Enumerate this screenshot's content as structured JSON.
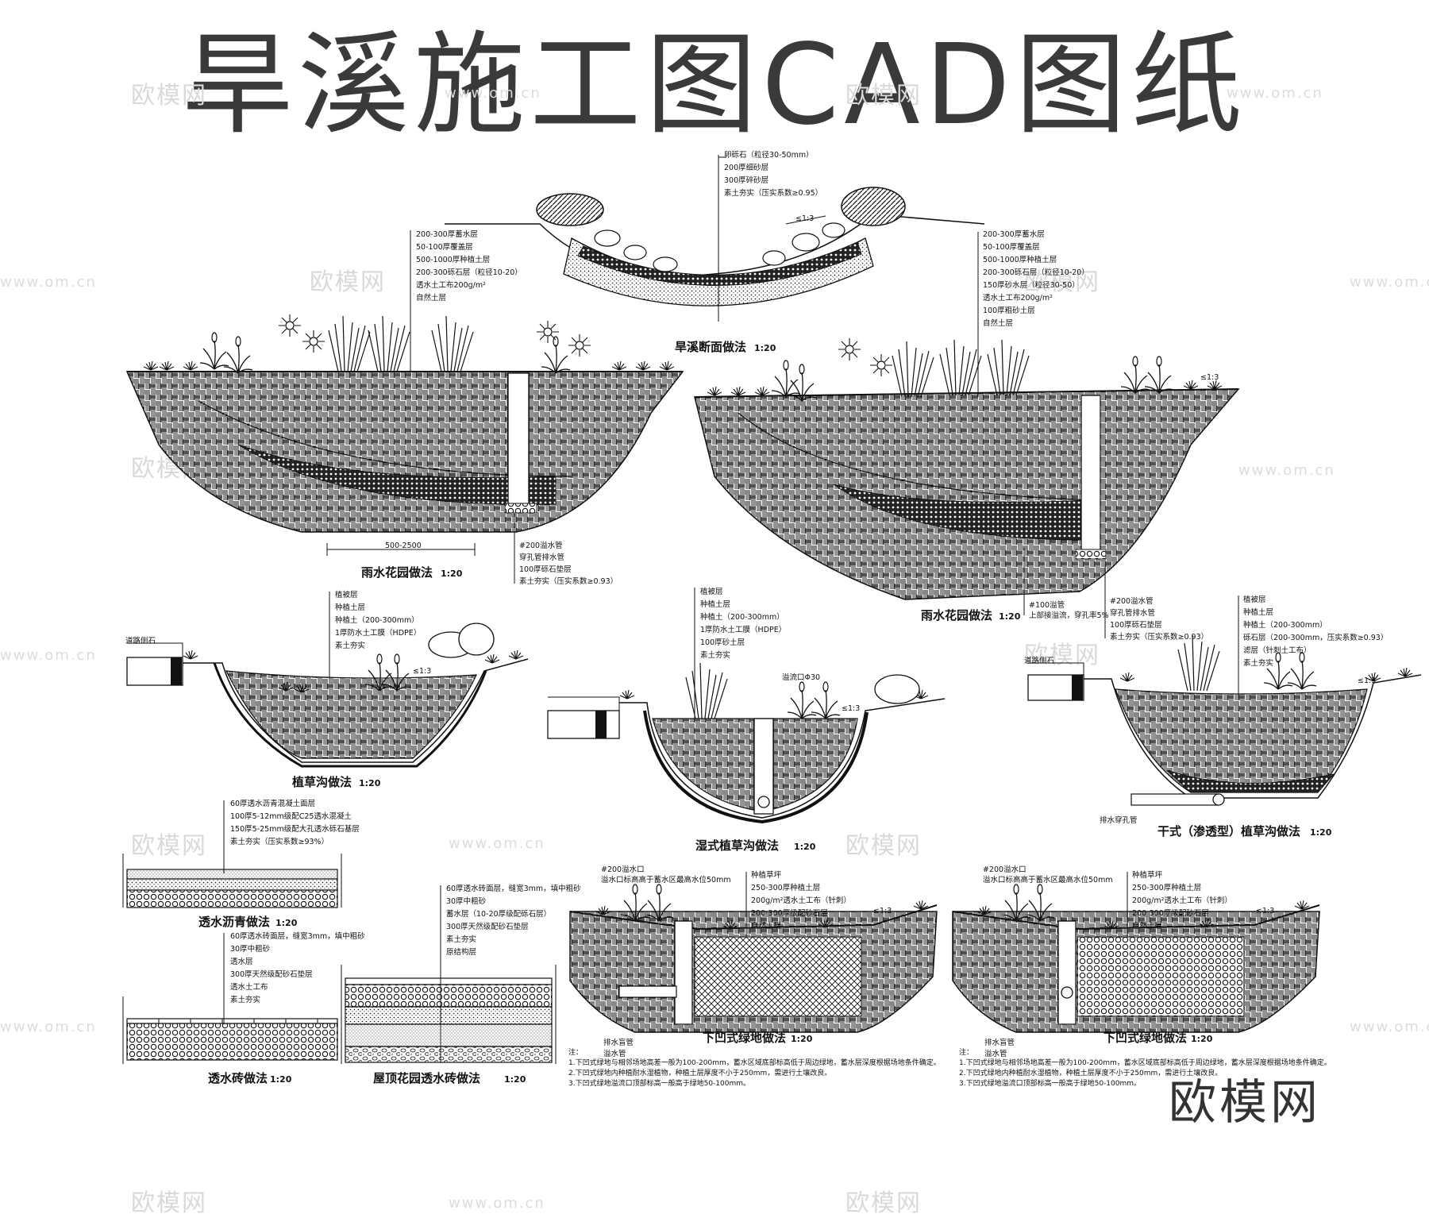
{
  "title": "旱溪施工图CAD图纸",
  "brand": "欧模网",
  "watermarks": {
    "logo": "欧模网",
    "url": "www.om.cn"
  },
  "captions": {
    "dry_creek": "旱溪断面做法",
    "rain_garden_1": "雨水花园做法",
    "rain_garden_2": "雨水花园做法",
    "grass_swale": "植草沟做法",
    "wet_swale": "湿式植草沟做法",
    "dry_swale": "干式（渗透型）植草沟做法",
    "asphalt": "透水沥青做法",
    "brick": "透水砖做法",
    "roof_brick": "屋顶花园透水砖做法",
    "sunken_1": "下凹式绿地做法",
    "sunken_2": "下凹式绿地做法"
  },
  "scale": "1:20",
  "dimension": "500-2500",
  "slope": "≤1:3",
  "annotations": {
    "dry_creek": [
      "卵砾石（粒径30-50mm）",
      "200厚细砂层",
      "300厚碎砂层",
      "素土夯实（压实系数≥0.95）"
    ],
    "rain_garden_1_top": [
      "200-300厚蓄水层",
      "50-100厚覆盖层",
      "500-1000厚种植土层",
      "200-300砾石层（粒径10-20）",
      "透水土工布200g/m²",
      "自然土层"
    ],
    "rain_garden_1_bottom": [
      "#200溢水管",
      "穿孔管排水管",
      "100厚砾石垫层",
      "素土夯实（压实系数≥0.93）"
    ],
    "rain_garden_2_top": [
      "200-300厚蓄水层",
      "50-100厚覆盖层",
      "500-1000厚种植土层",
      "200-300砾石层（粒径10-20）",
      "150厚砂水层（粒径30-50）",
      "透水土工布200g/m²",
      "100厚粗砂土层",
      "自然土层"
    ],
    "rain_garden_2_bottom": [
      "#200溢水管",
      "穿孔管排水管",
      "100厚砾石垫层",
      "素土夯实（压实系数≥0.93）"
    ],
    "rain_garden_2_pipe": [
      "#100溢管",
      "上部接溢流，穿孔率5%"
    ],
    "grass_swale": [
      "植被层",
      "种植土层",
      "种植土（200-300mm）",
      "1厚防水土工膜（HDPE）",
      "素土夯实"
    ],
    "grass_swale_side": "道路侧石",
    "wet_swale": [
      "植被层",
      "种植土层",
      "种植土（200-300mm）",
      "1厚防水土工膜（HDPE）",
      "100厚砂土层",
      "素土夯实"
    ],
    "wet_swale_side": "溢流口Φ30",
    "dry_swale": [
      "植被层",
      "种植土层",
      "种植土（200-300mm）",
      "砾石层（200-300mm，压实系数≥0.93）",
      "滤层（针刺土工布）",
      "素土夯实"
    ],
    "dry_swale_pipe": "排水穿孔管",
    "asphalt": [
      "60厚透水沥青混凝土面层",
      "100厚5-12mm级配C25透水混凝土",
      "150厚5-25mm级配大孔透水砾石基层",
      "素土夯实（压实系数≥93%）"
    ],
    "brick": [
      "60厚透水砖面层，缝宽3mm，填中粗砂",
      "30厚中粗砂",
      "透水层",
      "300厚天然级配砂石垫层",
      "透水土工布",
      "素土夯实"
    ],
    "roof_brick": [
      "60厚透水砖面层，缝宽3mm，填中粗砂",
      "30厚中粗砂",
      "蓄水层（10-20厚级配砾石层）",
      "300厚天然级配砂石垫层",
      "素土夯实",
      "原结构层"
    ],
    "sunken_top": [
      "#200溢水口",
      "溢水口标高高于蓄水区最高水位50mm"
    ],
    "sunken": [
      "种植草坪",
      "250-300厚种植土层",
      "200g/m²透水土工布（针刺）",
      "200-300厚级配砂石层",
      "自然土层"
    ],
    "sunken_pipe": [
      "排水盲管",
      "溢水管"
    ]
  },
  "notes": [
    "注：",
    "1.下凹式绿地与相邻场地高差一般为100-200mm，蓄水区域底部标高低于周边绿地，蓄水层深度根据场地条件确定。",
    "2.下凹式绿地内种植耐水湿植物，种植土层厚度不小于250mm，需进行土壤改良。",
    "3.下凹式绿地溢流口顶部标高一般高于绿地50-100mm。"
  ]
}
